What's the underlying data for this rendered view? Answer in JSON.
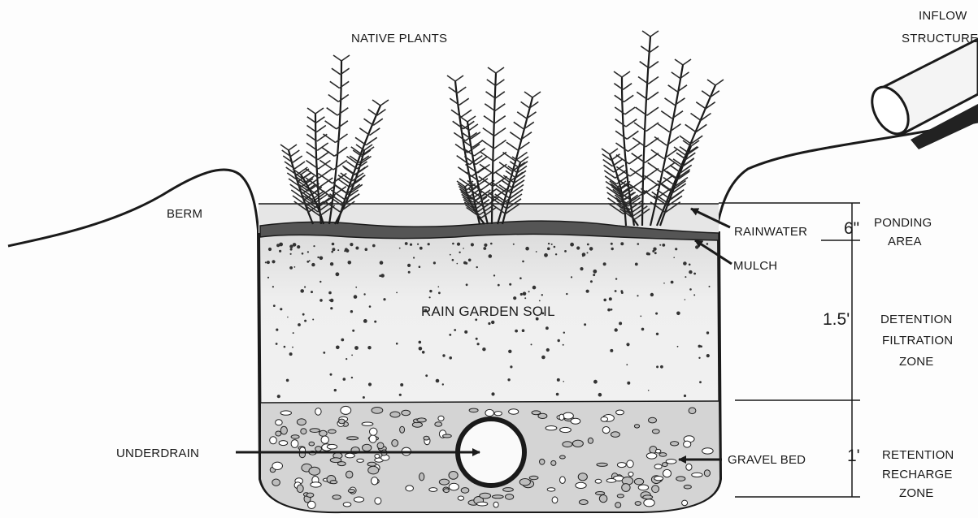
{
  "labels": {
    "native_plants": "NATIVE PLANTS",
    "inflow_line1": "INFLOW",
    "inflow_line2": "STRUCTURE",
    "berm": "BERM",
    "rainwater": "RAINWATER",
    "mulch": "MULCH",
    "rain_garden_soil": "RAIN GARDEN SOIL",
    "underdrain": "UNDERDRAIN",
    "gravel_bed": "GRAVEL BED"
  },
  "zones": {
    "ponding": {
      "depth": "6\"",
      "line1": "PONDING",
      "line2": "AREA"
    },
    "detention": {
      "depth": "1.5'",
      "line1": "DETENTION",
      "line2": "FILTRATION",
      "line3": "ZONE"
    },
    "retention": {
      "depth": "1'",
      "line1": "RETENTION",
      "line2": "RECHARGE",
      "line3": "ZONE"
    }
  },
  "colors": {
    "ink": "#1a1a1a",
    "water": "#e6e6e6",
    "soil": "#ececec",
    "gravel": "#d4d4d4"
  }
}
